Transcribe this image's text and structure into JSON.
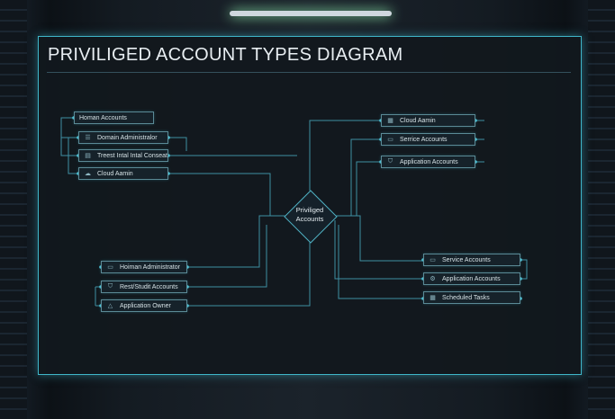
{
  "title": "PRIVILIGED ACCOUNT TYPES DIAGRAM",
  "center": {
    "line1": "Priviliged",
    "line2": "Accounts"
  },
  "left_top": [
    {
      "label": "Homan Accounts",
      "icon": "none"
    },
    {
      "label": "Domain Administralor",
      "icon": "list-icon"
    },
    {
      "label": "Treest Intal Intal Conseat",
      "icon": "card-icon"
    },
    {
      "label": "Cloud Aamin",
      "icon": "cloud-icon"
    }
  ],
  "left_bottom": [
    {
      "label": "Hoiman Administrator",
      "icon": "folder-icon"
    },
    {
      "label": "Rest/Studit Accounts",
      "icon": "shield-icon"
    },
    {
      "label": "Application Owner",
      "icon": "warning-icon"
    }
  ],
  "right_top": [
    {
      "label": "Cloud Aamin",
      "icon": "grid-icon"
    },
    {
      "label": "Serrice Accounts",
      "icon": "monitor-icon"
    },
    {
      "label": "Application Accounts",
      "icon": "shield-icon"
    }
  ],
  "right_bottom": [
    {
      "label": "Service Accounts",
      "icon": "monitor-icon"
    },
    {
      "label": "Application Accounts",
      "icon": "gears-icon"
    },
    {
      "label": "Scheduled Tasks",
      "icon": "table-icon"
    }
  ]
}
